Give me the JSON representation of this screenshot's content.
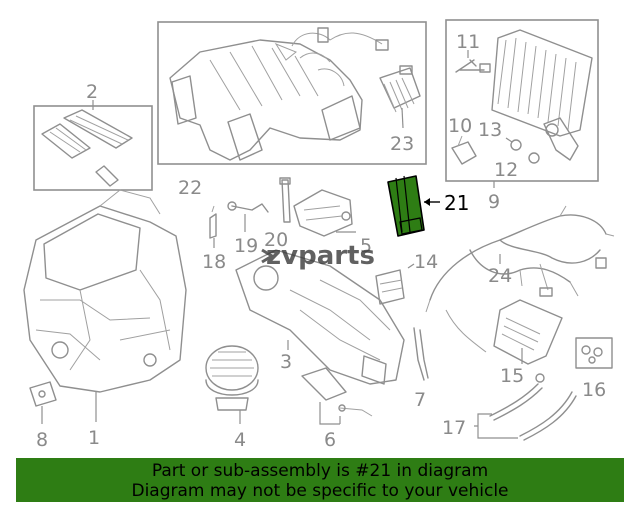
{
  "callouts": {
    "c1": "1",
    "c2": "2",
    "c3": "3",
    "c4": "4",
    "c5": "5",
    "c6": "6",
    "c7": "7",
    "c8": "8",
    "c9": "9",
    "c10": "10",
    "c11": "11",
    "c12": "12",
    "c13": "13",
    "c14": "14",
    "c15": "15",
    "c16": "16",
    "c17": "17",
    "c18": "18",
    "c19": "19",
    "c20": "20",
    "c21": "21",
    "c22": "22",
    "c23": "23",
    "c24": "24"
  },
  "highlighted_part": "21",
  "highlight_color": "#2e7d14",
  "watermark": "zvparts",
  "banner": {
    "line1": "Part or sub-assembly is #21 in diagram",
    "line2": "Diagram may not be specific to your vehicle",
    "background": "#2e7d14"
  }
}
